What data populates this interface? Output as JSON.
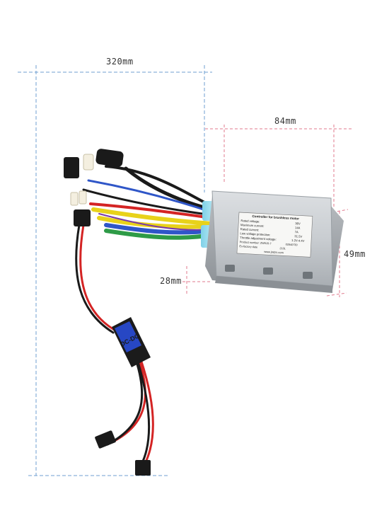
{
  "dimensions": {
    "length": "320mm",
    "width": "84mm",
    "height": "49mm",
    "depth": "28mm"
  },
  "controller_label": {
    "title": "Controller for brushless motor",
    "rows": [
      {
        "k": "Rated voltage:",
        "v": "36V"
      },
      {
        "k": "Maximum current:",
        "v": "14A"
      },
      {
        "k": "Rated current:",
        "v": "7A"
      },
      {
        "k": "Low voltage protection:",
        "v": "31.5V"
      },
      {
        "k": "Throttle adjustment voltage:",
        "v": "1.2V-4.4V"
      },
      {
        "k": "Product number: ZW515-7",
        "v": "02840730"
      },
      {
        "k": "Ex-factory date",
        "v": "2101"
      }
    ],
    "website": "www.jndzs.com"
  },
  "converter_label": "DC-DC",
  "colors": {
    "dimension_blue": "#6f9fd0",
    "dimension_pink": "#e07a8e",
    "housing": "#c8ccd0",
    "wire_red": "#d42424",
    "wire_yellow": "#e8d21a",
    "wire_blue": "#2f56c8",
    "wire_green": "#2e9b47",
    "wire_black": "#1a1a1a"
  }
}
